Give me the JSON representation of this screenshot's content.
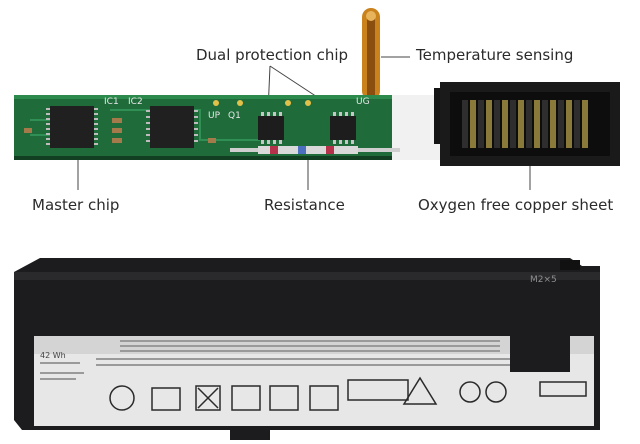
{
  "callouts": {
    "dual_protection_chip": "Dual protection chip",
    "temperature_sensing": "Temperature sensing",
    "master_chip": "Master chip",
    "resistance": "Resistance",
    "oxygen_free_copper_sheet": "Oxygen free copper sheet"
  },
  "pcb": {
    "silk_ic1": "IC1",
    "silk_ic2": "IC2",
    "silk_up": "UP",
    "silk_q1": "Q1",
    "silk_ug": "UG"
  },
  "battery": {
    "capacity": "42 Wh",
    "mark": "M2×5"
  },
  "colors": {
    "pcb_green": "#1f6b3a",
    "pcb_dark": "#123f22",
    "battery_black": "#1c1c1e",
    "label_strip": "#e7e7e7",
    "connector_black": "#141414",
    "flex_orange": "#c9821c"
  }
}
